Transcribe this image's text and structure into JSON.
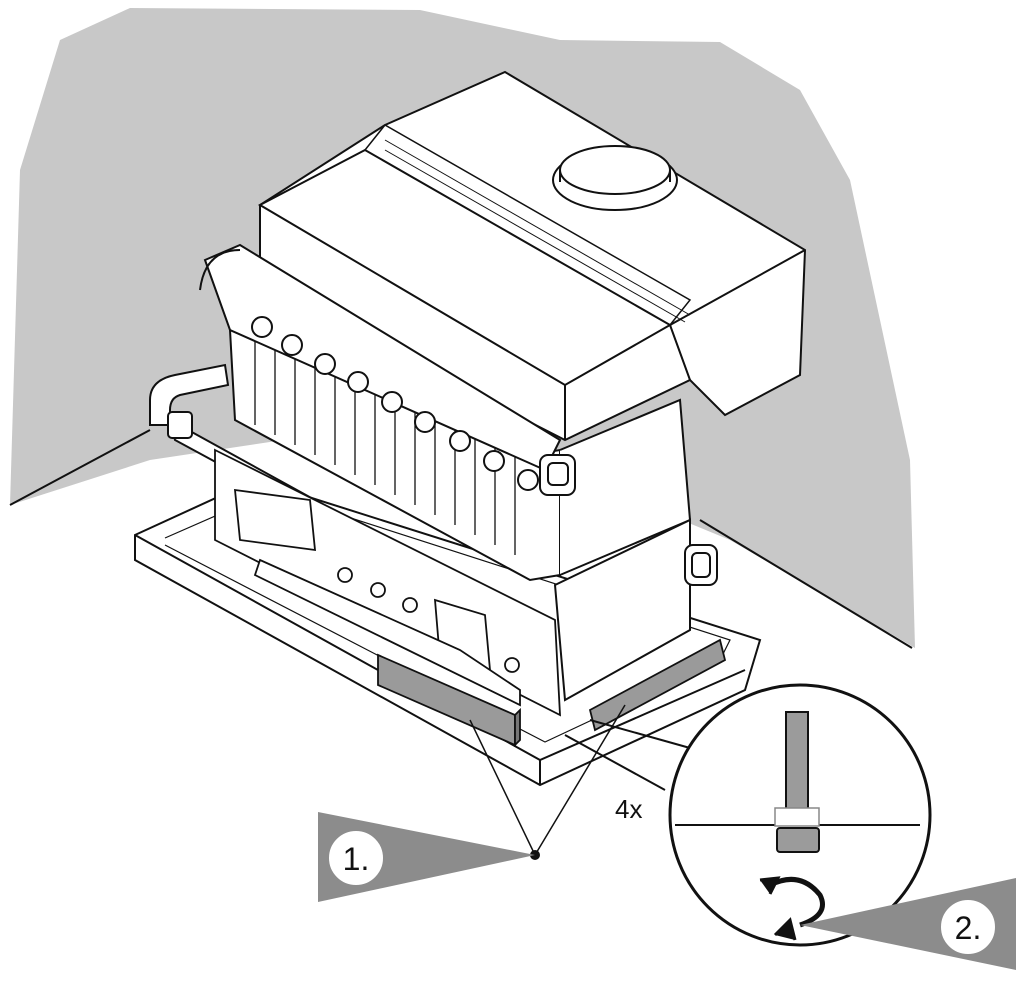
{
  "colors": {
    "wall": "#c8c8c8",
    "outline": "#111111",
    "body": "#ffffff",
    "rail": "#9a9a9a",
    "marker": "#8c8c8c",
    "bolt": "#9b9b9b"
  },
  "callouts": {
    "step1": {
      "label": "1.",
      "shape": "gray-wedge-pointer"
    },
    "step2": {
      "label": "2.",
      "shape": "gray-wedge-pointer"
    },
    "multiplier": "4x"
  },
  "icons": {
    "rotate": "rotate-counterclockwise-icon",
    "bolt": "leveling-bolt-icon"
  }
}
